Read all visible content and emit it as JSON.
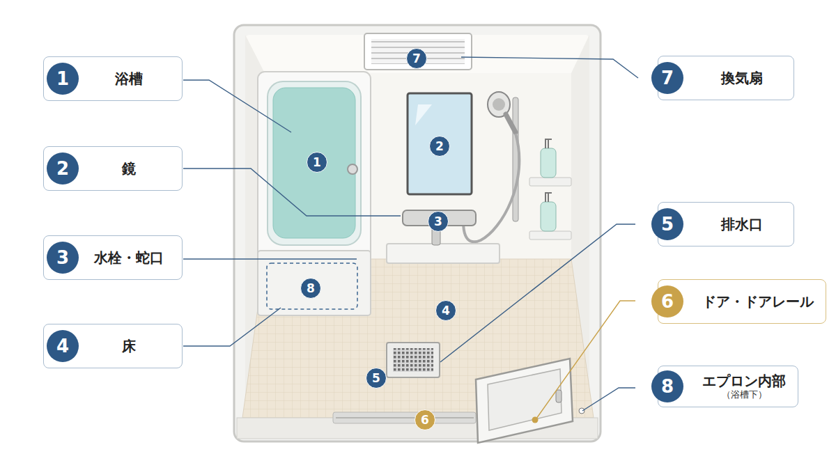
{
  "diagram": {
    "nodes": [
      {
        "text": [
          "1",
          "浴槽"
        ]
      },
      {
        "text": [
          "2",
          "鏡"
        ]
      },
      {
        "text": [
          "3",
          "水栓・蛇口"
        ]
      },
      {
        "text": [
          "4",
          "床"
        ]
      },
      {
        "text": [
          "7",
          "換気扇"
        ]
      },
      {
        "text": [
          "5",
          "排水口"
        ]
      },
      {
        "text": [
          "6",
          "ドア・ドアレール"
        ]
      },
      {
        "text": [
          "8",
          "エプロン内部",
          "（浴槽下）"
        ]
      },
      {
        "text": [
          "7"
        ]
      },
      {
        "text": [
          "1"
        ]
      },
      {
        "text": [
          "2"
        ]
      },
      {
        "text": [
          "3"
        ]
      },
      {
        "text": [
          "8"
        ]
      },
      {
        "text": [
          "4"
        ]
      },
      {
        "text": [
          "5"
        ]
      },
      {
        "text": [
          "6"
        ]
      }
    ]
  }
}
